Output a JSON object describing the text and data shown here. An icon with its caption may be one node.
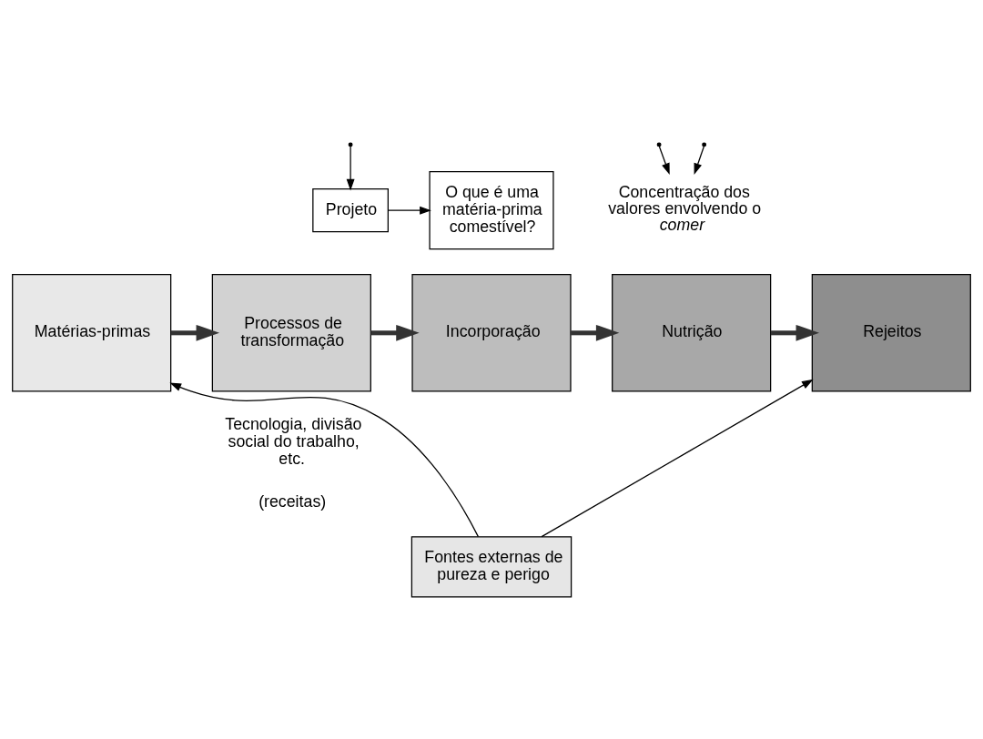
{
  "diagram": {
    "nodes": [
      {
        "text": [
          "O que é uma matéria-prima comestível?"
        ]
      },
      {
        "text": [
          "Projeto"
        ]
      },
      {
        "text": [
          "Concentração dos valores envolvendo o *comer*"
        ]
      },
      {
        "text": [
          "Matérias-primas"
        ]
      },
      {
        "text": [
          "Processos de transformação"
        ],
        "beside": [
          "Tecnologia, divisão social do trabalho, etc.",
          "(receitas)"
        ]
      },
      {
        "text": [
          "Incorporação"
        ]
      },
      {
        "text": [
          "Nutrição"
        ]
      },
      {
        "text": [
          "Rejeitos"
        ]
      },
      {
        "text": [
          "Fontes externas de pureza e perigo"
        ]
      }
    ],
    "edges": [
      {
        "from": null,
        "to": 1,
        "arrow": "to"
      },
      {
        "from": null,
        "to": 2,
        "arrow": "to"
      },
      {
        "from": null,
        "to": 2,
        "arrow": "to"
      },
      {
        "from": 1,
        "to": 0,
        "arrow": "to"
      },
      {
        "from": 3,
        "to": 4,
        "arrow": "to",
        "style": "thick",
        "color": "#333333"
      },
      {
        "from": 4,
        "to": 5,
        "arrow": "to",
        "style": "thick",
        "color": "#333333"
      },
      {
        "from": 5,
        "to": 6,
        "arrow": "to",
        "style": "thick",
        "color": "#333333"
      },
      {
        "from": 6,
        "to": 7,
        "arrow": "to",
        "style": "thick",
        "color": "#333333"
      },
      {
        "from": 8,
        "to": 3,
        "arrow": "to"
      },
      {
        "from": 8,
        "to": 7,
        "arrow": "to"
      }
    ]
  }
}
